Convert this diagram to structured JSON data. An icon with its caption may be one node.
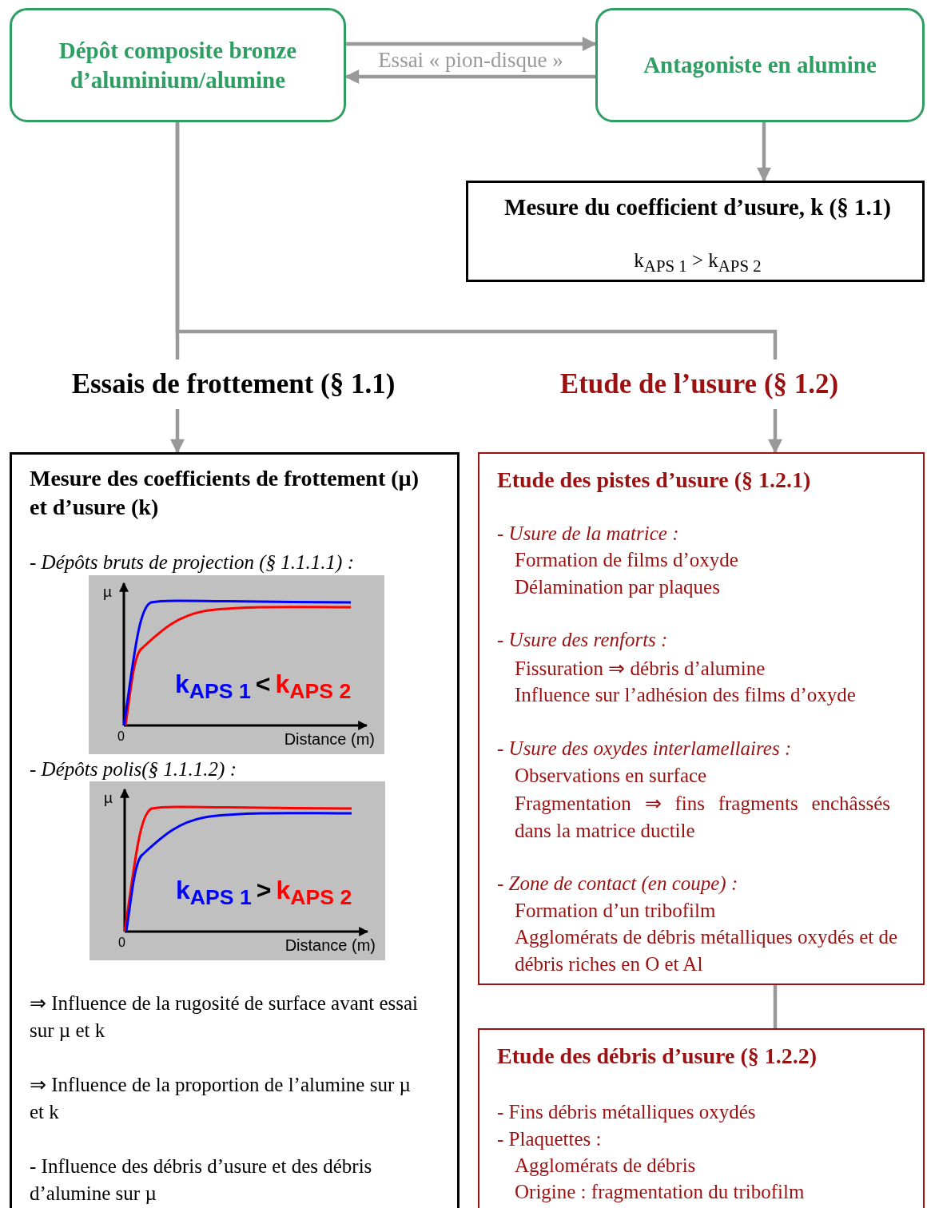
{
  "diagram": {
    "nodes": [
      {
        "text": [
          "Dépôt composite bronze d’aluminium/alumine"
        ]
      },
      {
        "text": [
          "Antagoniste en alumine"
        ]
      },
      {
        "text": [
          "Mesure du coefficient d’usure, k (§ 1.1)",
          "k$_{APS 1}$ > k$_{APS 2}$"
        ]
      },
      {
        "text": [
          "Essais de frottement (§ 1.1)"
        ]
      },
      {
        "text": [
          "Etude de l’usure (§ 1.2)"
        ]
      },
      {
        "text": [
          "Mesure des coefficients de frottement (µ) et d’usure (k)",
          "- Dépôts bruts de projection (§ 1.1.1.1) :",
          "- Dépôts polis(§ 1.1.1.2) :",
          "⇒ Influence de la rugosité de surface avant essai sur µ et k",
          "⇒ Influence de la proportion de l’alumine sur µ et k",
          "- Influence des débris d’usure et des débris d’alumine sur µ"
        ]
      },
      {
        "text": [
          "Etude des pistes d’usure (§ 1.2.1)",
          "- Usure de la matrice :",
          "Formation de films d’oxyde",
          "Délamination par plaques",
          "- Usure des renforts :",
          "Fissuration ⇒ débris d’alumine",
          "Influence sur l’adhésion des films d’oxyde",
          "- Usure des oxydes interlamellaires :",
          "Observations en surface",
          "Fragmentation ⇒ fins fragments enchâssés dans la matrice ductile",
          "- Zone de contact (en coupe) :",
          "Formation d’un tribofilm",
          "Agglomérats de débris métalliques oxydés et de débris riches en O et Al"
        ]
      },
      {
        "text": [
          "Etude des débris d’usure (§ 1.2.2)",
          "- Fins débris métalliques oxydés",
          "- Plaquettes :",
          "Agglomérats de débris",
          "Origine : fragmentation du tribofilm"
        ]
      }
    ],
    "edges": [
      {
        "from": 0,
        "to": 1,
        "arrow": "to",
        "label": "Essai « pion-disque »"
      },
      {
        "from": 1,
        "to": 0,
        "arrow": "to"
      },
      {
        "from": 1,
        "to": 2,
        "arrow": "to"
      },
      {
        "from": 0,
        "to": 3,
        "arrow": "none"
      },
      {
        "from": 0,
        "to": 4,
        "arrow": "none"
      },
      {
        "from": 3,
        "to": 5,
        "arrow": "to"
      },
      {
        "from": 4,
        "to": 6,
        "arrow": "to"
      },
      {
        "from": 6,
        "to": 7,
        "arrow": "none"
      }
    ],
    "labels": [
      "µ",
      "k$_{APS 1}$",
      "<",
      "k$_{APS 2}$",
      "0",
      "Distance (m)",
      "µ",
      "k$_{APS 1}$",
      ">",
      "k$_{APS 2}$",
      "0",
      "Distance (m)"
    ]
  }
}
